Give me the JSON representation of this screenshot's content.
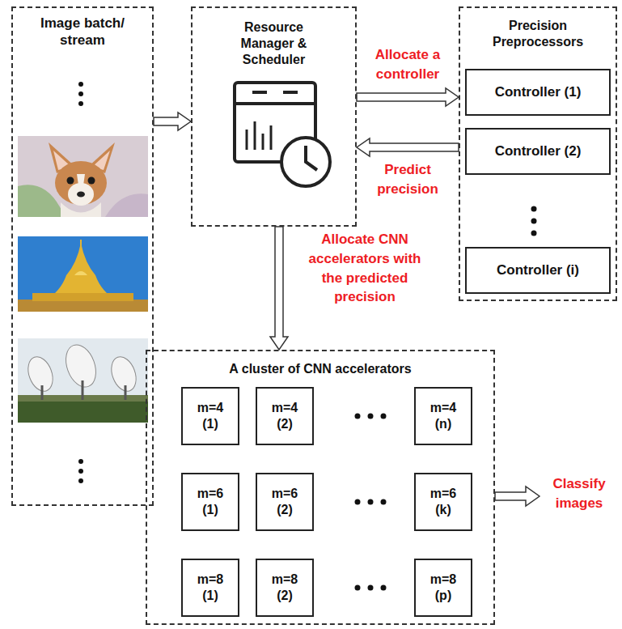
{
  "diagram": {
    "nodes": [
      {
        "text": [
          "Image batch/ stream"
        ]
      },
      {
        "text": [
          "Resource Manager & Scheduler"
        ]
      },
      {
        "text": [
          "Precision Preprocessors"
        ]
      },
      {
        "text": [
          "Controller (1)"
        ],
        "in": 2
      },
      {
        "text": [
          "Controller (2)"
        ],
        "in": 2
      },
      {
        "text": [
          "Controller (i)"
        ],
        "in": 2
      },
      {
        "text": [
          "A cluster of CNN accelerators"
        ]
      },
      {
        "text": [
          "m=4 (1)"
        ],
        "in": 6
      },
      {
        "text": [
          "m=4 (2)"
        ],
        "in": 6
      },
      {
        "text": [
          "m=4 (n)"
        ],
        "in": 6
      },
      {
        "text": [
          "m=6 (1)"
        ],
        "in": 6
      },
      {
        "text": [
          "m=6 (2)"
        ],
        "in": 6
      },
      {
        "text": [
          "m=6 (k)"
        ],
        "in": 6
      },
      {
        "text": [
          "m=8 (1)"
        ],
        "in": 6
      },
      {
        "text": [
          "m=8 (2)"
        ],
        "in": 6
      },
      {
        "text": [
          "m=8 (p)"
        ],
        "in": 6
      }
    ],
    "edges": [
      {
        "from": 0,
        "to": 1,
        "arrow": "to"
      },
      {
        "from": 1,
        "to": 2,
        "label": "Allocate a controller",
        "arrow": "to"
      },
      {
        "from": 2,
        "to": 1,
        "label": "Predict precision",
        "arrow": "to"
      },
      {
        "from": 1,
        "to": 6,
        "label": "Allocate CNN accelerators with the predicted precision",
        "arrow": "to"
      }
    ],
    "labels": [
      "Classify images"
    ]
  }
}
